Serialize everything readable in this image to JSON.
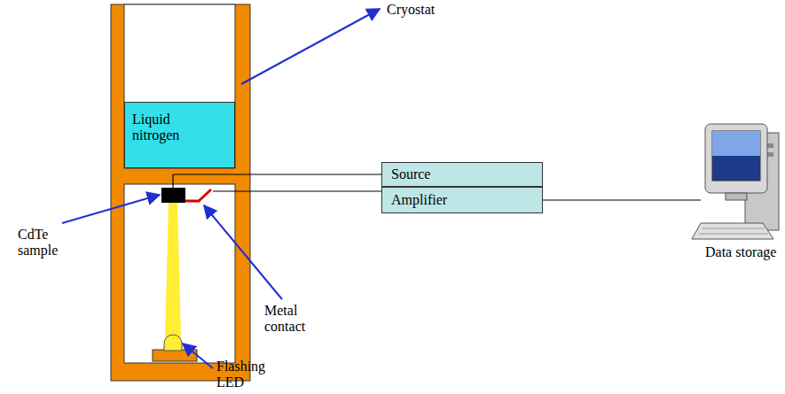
{
  "diagram": {
    "nodes": [
      {
        "text": [
          "Liquid nitrogen"
        ]
      },
      {
        "text": [
          "Source"
        ]
      },
      {
        "text": [
          "Amplifier"
        ]
      }
    ],
    "labels": [
      "Cryostat",
      "CdTe sample",
      "Metal contact",
      "Flashing LED",
      "Data storage"
    ]
  }
}
